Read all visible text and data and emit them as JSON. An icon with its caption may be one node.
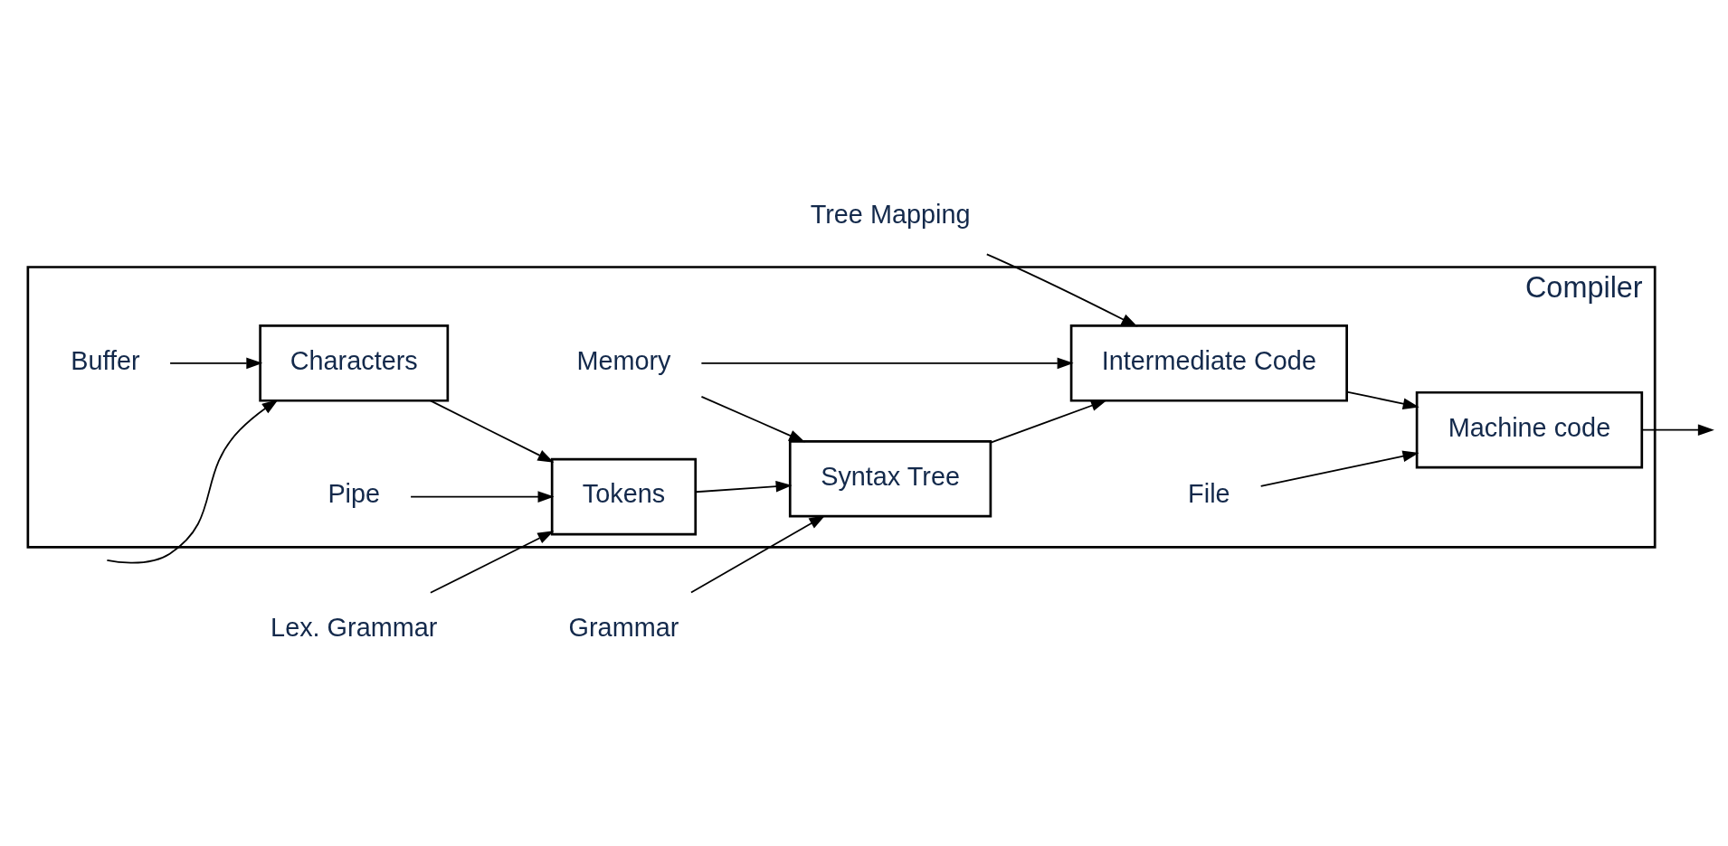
{
  "diagram": {
    "nodes": [
      {
        "text": [
          "Compiler"
        ]
      },
      {
        "text": [
          "Characters"
        ],
        "in": 0
      },
      {
        "text": [
          "Tokens"
        ],
        "in": 0
      },
      {
        "text": [
          "Syntax Tree"
        ],
        "in": 0
      },
      {
        "text": [
          "Intermediate Code"
        ],
        "in": 0
      },
      {
        "text": [
          "Machine code"
        ],
        "in": 0
      },
      {
        "text": [
          "Buffer"
        ],
        "in": 0
      },
      {
        "text": [
          "Pipe"
        ],
        "in": 0
      },
      {
        "text": [
          "Memory"
        ],
        "in": 0
      },
      {
        "text": [
          "File"
        ],
        "in": 0
      },
      {
        "text": [
          "Lex. Grammar"
        ]
      },
      {
        "text": [
          "Grammar"
        ]
      },
      {
        "text": [
          "Tree Mapping"
        ]
      }
    ],
    "edges": [
      {
        "from": null,
        "to": 1,
        "arrow": "to"
      },
      {
        "from": 1,
        "to": 2,
        "arrow": "to"
      },
      {
        "from": 2,
        "to": 3,
        "arrow": "to"
      },
      {
        "from": 3,
        "to": 4,
        "arrow": "to"
      },
      {
        "from": 4,
        "to": 5,
        "arrow": "to"
      },
      {
        "from": 5,
        "to": null,
        "arrow": "to"
      },
      {
        "from": 6,
        "to": 1,
        "arrow": "to"
      },
      {
        "from": 7,
        "to": 2,
        "arrow": "to"
      },
      {
        "from": 8,
        "to": 3,
        "arrow": "to"
      },
      {
        "from": 8,
        "to": 4,
        "arrow": "to"
      },
      {
        "from": 9,
        "to": 5,
        "arrow": "to"
      },
      {
        "from": 10,
        "to": 2,
        "arrow": "to"
      },
      {
        "from": 11,
        "to": 3,
        "arrow": "to"
      },
      {
        "from": 12,
        "to": 4,
        "arrow": "to"
      }
    ]
  }
}
